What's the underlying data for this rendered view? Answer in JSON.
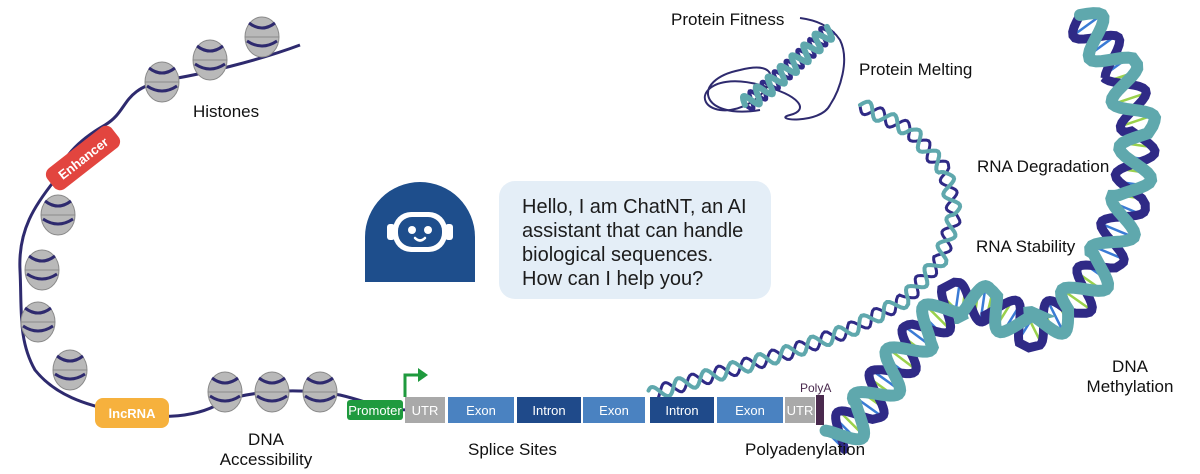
{
  "labels": {
    "histones": "Histones",
    "enhancer": "Enhancer",
    "lncrna": "lncRNA",
    "dna_accessibility": [
      "DNA",
      "Accessibility"
    ],
    "promoter": "Promoter",
    "splice_sites": "Splice Sites",
    "polyadenylation": "Polyadenylation",
    "polya": "PolyA",
    "protein_fitness": "Protein Fitness",
    "protein_melting": "Protein Melting",
    "rna_degradation": "RNA Degradation",
    "rna_stability": "RNA Stability",
    "dna_methylation": [
      "DNA",
      "Methylation"
    ]
  },
  "gene_segments": [
    {
      "label": "UTR",
      "kind": "utr"
    },
    {
      "label": "Exon",
      "kind": "exon"
    },
    {
      "label": "Intron",
      "kind": "intron"
    },
    {
      "label": "Exon",
      "kind": "exon"
    },
    {
      "label": "Intron",
      "kind": "intron"
    },
    {
      "label": "Exon",
      "kind": "exon"
    },
    {
      "label": "UTR",
      "kind": "utr"
    }
  ],
  "chat": {
    "lines": [
      "Hello, I am ChatNT, an AI",
      "assistant that can handle",
      "biological sequences.",
      "How can I help you?"
    ]
  },
  "colors": {
    "strand": "#2e2a6e",
    "helix_teal": "#5fa8ad",
    "helix_navy": "#2f2a86",
    "enhancer": "#e2453f",
    "lncrna": "#f6b13d",
    "promoter": "#1f9a3e",
    "utr": "#a9a9a9",
    "exon": "#4a82c1",
    "intron": "#1f4a8a",
    "polya": "#4a2a4e",
    "bot_bg": "#1e4e8c",
    "bubble": "#e4eef7",
    "nucleosome": "#b9b9b9"
  }
}
